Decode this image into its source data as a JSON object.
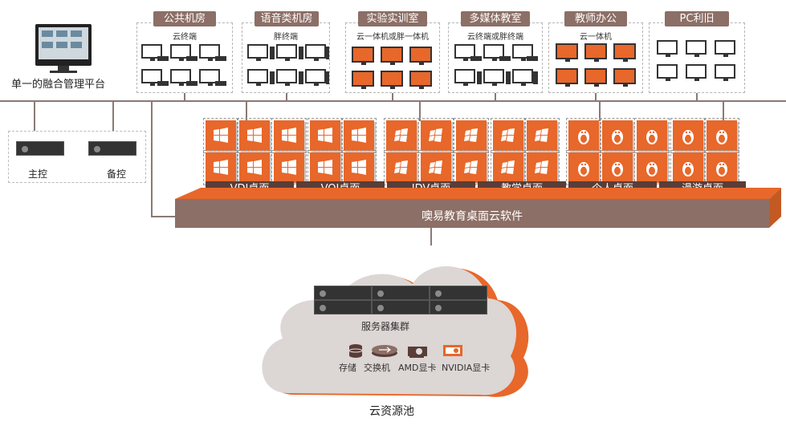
{
  "management": {
    "label": "单一的融合管理平台"
  },
  "controllers": {
    "primary": "主控",
    "backup": "备控"
  },
  "rooms": [
    {
      "title": "公共机房",
      "sub": "云终端"
    },
    {
      "title": "语音类机房",
      "sub": "胖终端"
    },
    {
      "title": "实验实训室",
      "sub": "云一体机或胖一体机"
    },
    {
      "title": "多媒体教室",
      "sub": "云终端或胖终端"
    },
    {
      "title": "教师办公",
      "sub": "云一体机"
    },
    {
      "title": "PC利旧",
      "sub": ""
    }
  ],
  "desktops": [
    "VDI桌面",
    "VOI桌面",
    "IDV桌面",
    "教学桌面",
    "个人桌面",
    "漫游桌面"
  ],
  "platform": {
    "label": "噢易教育桌面云软件"
  },
  "cloud": {
    "server_label": "服务器集群",
    "resources": [
      "存储",
      "交换机",
      "AMD显卡",
      "NVIDIA显卡"
    ],
    "title": "云资源池"
  },
  "colors": {
    "accent": "#e8672a",
    "label_bg": "#5a3d37",
    "title_bg": "#8c6f66",
    "line": "#8a7a74"
  }
}
